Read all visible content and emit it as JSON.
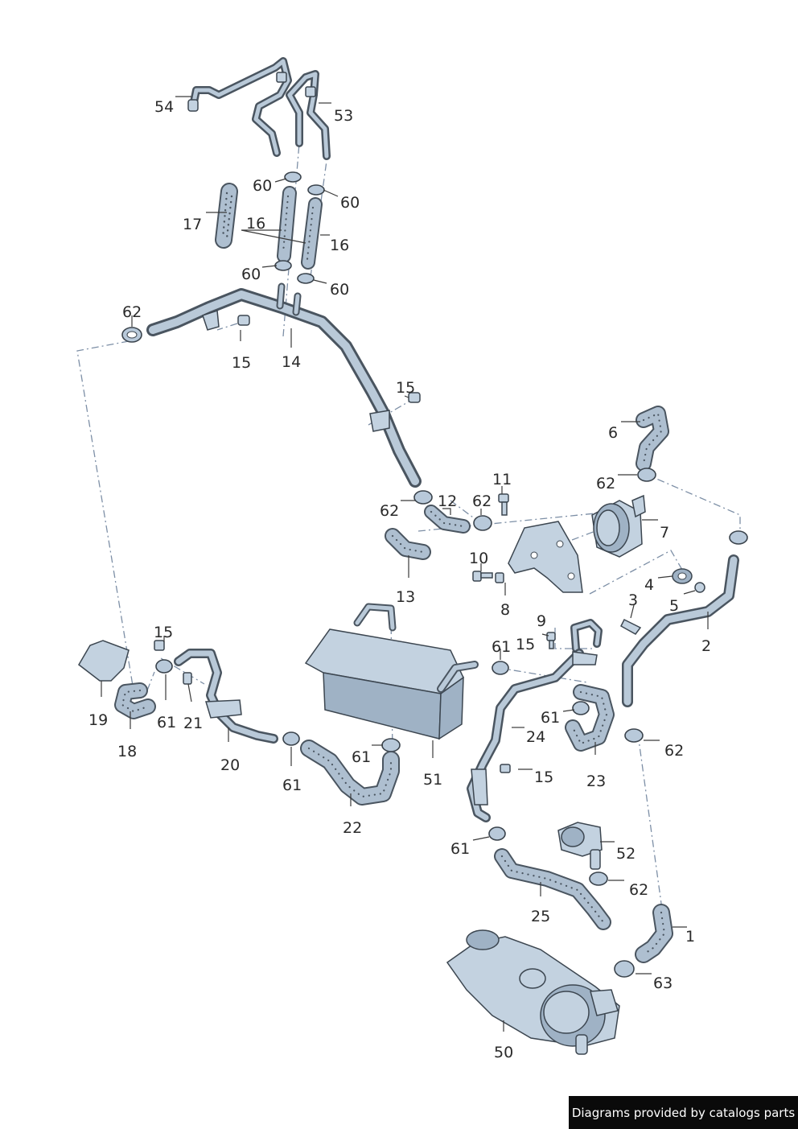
{
  "diagram": {
    "callouts": [
      "54",
      "53",
      "60",
      "60",
      "17",
      "16",
      "16",
      "60",
      "60",
      "62",
      "15",
      "14",
      "15",
      "6",
      "62",
      "11",
      "12",
      "62",
      "62",
      "7",
      "10",
      "8",
      "13",
      "4",
      "5",
      "3",
      "2",
      "9",
      "15",
      "61",
      "15",
      "19",
      "18",
      "61",
      "21",
      "20",
      "61",
      "22",
      "61",
      "51",
      "24",
      "61",
      "23",
      "62",
      "15",
      "61",
      "52",
      "62",
      "25",
      "1",
      "63",
      "50"
    ]
  },
  "footer": {
    "credit": "Diagrams provided by catalogs parts"
  }
}
